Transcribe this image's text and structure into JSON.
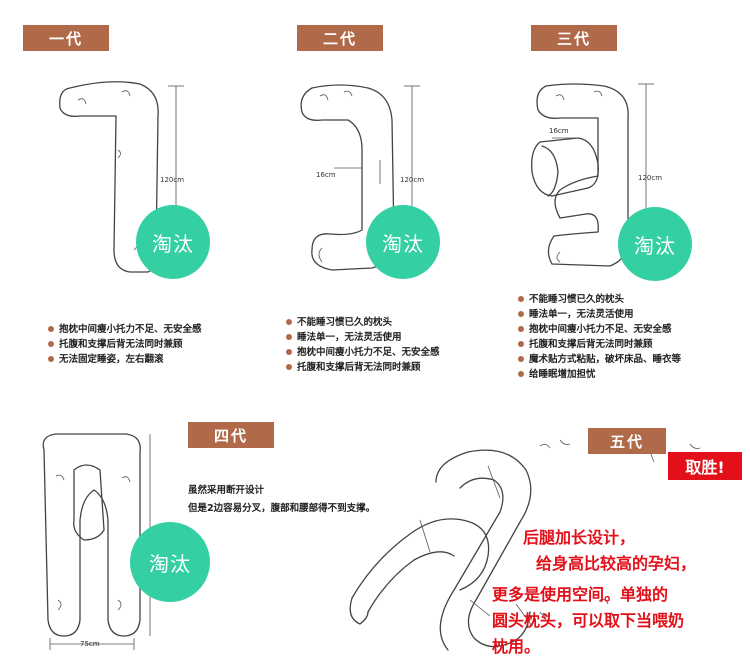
{
  "generations": {
    "gen1": {
      "tag": "一代",
      "stamp": "淘汰",
      "height_label": "120cm",
      "notes": [
        "抱枕中间瘦小托力不足、无安全感",
        "托腹和支撑后背无法同时兼顾",
        "无法固定睡姿，左右翻滚"
      ]
    },
    "gen2": {
      "tag": "二代",
      "stamp": "淘汰",
      "height_label": "120cm",
      "width_label": "16cm",
      "notes": [
        "不能睡习惯已久的枕头",
        "睡法单一，无法灵活使用",
        "抱枕中间瘦小托力不足、无安全感",
        "托腹和支撑后背无法同时兼顾"
      ]
    },
    "gen3": {
      "tag": "三代",
      "stamp": "淘汰",
      "height_label": "120cm",
      "width_label": "16cm",
      "notes": [
        "不能睡习惯已久的枕头",
        "睡法单一，无法灵活使用",
        "抱枕中间瘦小托力不足、无安全感",
        "托腹和支撑后背无法同时兼顾",
        "魔术贴方式粘贴，破坏床品、睡衣等",
        "给睡眠增加担忧"
      ]
    },
    "gen4": {
      "tag": "四代",
      "stamp": "淘汰",
      "width_label": "75cm",
      "note_line1": "虽然采用断开设计",
      "note_line2": "但是2边容易分叉，腹部和腰部得不到支撑。"
    },
    "gen5": {
      "tag": "五代",
      "win_tag": "取胜!",
      "desc_lines": [
        "后腿加长设计，",
        "给身高比较高的孕妇，",
        "更多是使用空间。单独的",
        "圆头枕头，可以取下当喂奶",
        "枕用。"
      ]
    }
  },
  "colors": {
    "tag_bg": "#b06a4a",
    "stamp_bg": "#35cfa4",
    "highlight_red": "#e3101a"
  }
}
